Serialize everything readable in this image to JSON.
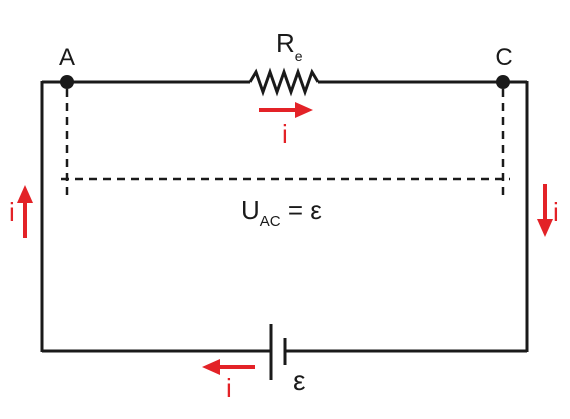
{
  "diagram": {
    "node_a_label": "A",
    "node_c_label": "C",
    "resistor_label": "R",
    "resistor_subscript": "e",
    "voltage_label_u": "U",
    "voltage_label_sub": "AC",
    "voltage_label_rest": " = ε",
    "battery_label": "ε",
    "current_label": "i",
    "colors": {
      "wire": "#1a1a1a",
      "current": "#e32227",
      "background": "#ffffff"
    },
    "icons": {
      "resistor": "zigzag-resistor-icon",
      "battery": "battery-cell-icon",
      "arrow": "current-arrow-icon",
      "node": "junction-dot-icon"
    }
  }
}
